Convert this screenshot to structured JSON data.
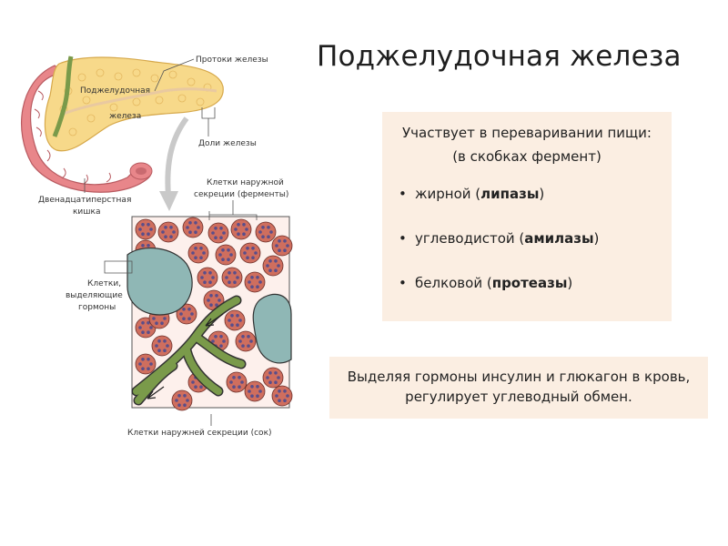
{
  "title": "Поджелудочная железа",
  "diagram": {
    "label_ducts": "Протоки железы",
    "label_pancreas_1": "Поджелудочная",
    "label_pancreas_2": "железа",
    "label_lobules": "Доли железы",
    "label_duodenum_1": "Двенадцатиперстная",
    "label_duodenum_2": "кишка",
    "label_exocrine_enzymes_1": "Клетки наружной",
    "label_exocrine_enzymes_2": "секреции (ферменты)",
    "label_hormone_cells_1": "Клетки,",
    "label_hormone_cells_2": "выделяющие",
    "label_hormone_cells_3": "гормоны",
    "label_exocrine_juice": "Клетки наружней секреции (сок)",
    "colors": {
      "gland": "#f7d98a",
      "duodenum": "#e8868a",
      "duct": "#7a9a4a",
      "acinus": "#cf6e5e",
      "islet": "#8fb7b5"
    }
  },
  "info": {
    "heading_line1": "Участвует в переваривании пищи:",
    "heading_line2": "(в скобках фермент)",
    "items": [
      {
        "text": "жирной (",
        "enzyme": "липазы",
        "close": ")"
      },
      {
        "text": "углеводистой (",
        "enzyme": "амилазы",
        "close": ")"
      },
      {
        "text": "белковой (",
        "enzyme": "протеазы",
        "close": ")"
      }
    ],
    "bullet": "•"
  },
  "hormones": {
    "line1": "Выделяя гормоны инсулин и глюкагон в кровь,",
    "line2": "регулирует углеводный обмен."
  }
}
